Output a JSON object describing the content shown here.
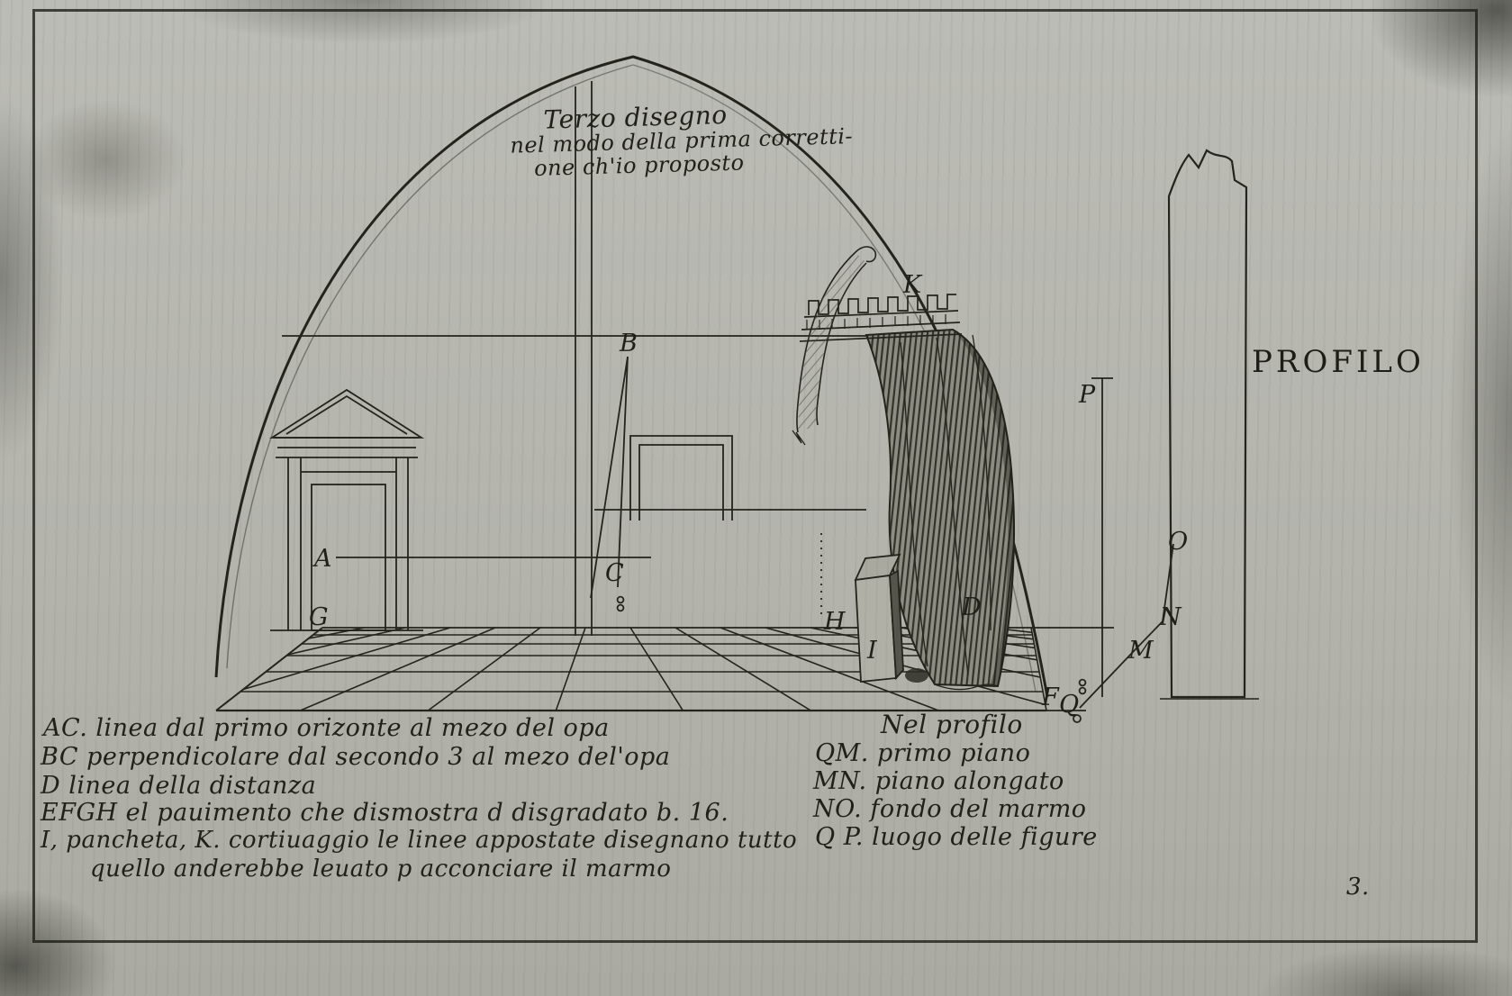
{
  "colors": {
    "paper": "#b4b4ae",
    "ink": "#24241d"
  },
  "title": {
    "line1": "Terzo disegno",
    "line2": "nel modo della prima corretti-",
    "line3": "one ch'io proposto"
  },
  "profile_heading": "PROFILO",
  "point_labels": {
    "A": "A",
    "B": "B",
    "C": "C",
    "D": "D",
    "F": "F",
    "G": "G",
    "H": "H",
    "I": "I",
    "K": "K",
    "M": "M",
    "N": "N",
    "O": "O",
    "P": "P",
    "Q": "Q"
  },
  "legend_left": {
    "lines": [
      "AC. linea dal primo orizonte al mezo del opa",
      "BC perpendicolare dal secondo 3 al mezo del'opa",
      "D  linea della distanza",
      "EFGH el pauimento che dismostra d disgradato b. 16.",
      "I, pancheta, K. cortiuaggio le linee appostate disegnano tutto",
      "quello anderebbe leuato p acconciare il marmo"
    ]
  },
  "legend_right": {
    "heading": "Nel profilo",
    "lines": [
      "QM. primo piano",
      "MN. piano alongato",
      "NO. fondo del marmo",
      "Q P. luogo delle figure"
    ]
  },
  "page_number": "3."
}
